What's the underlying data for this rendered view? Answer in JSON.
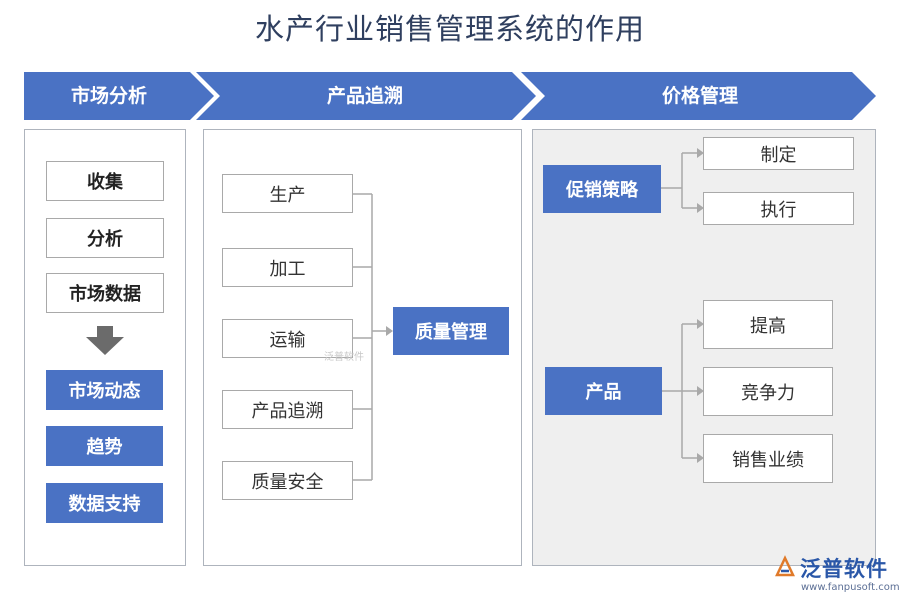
{
  "title": "水产行业销售管理系统的作用",
  "columns": [
    {
      "header": "市场分析",
      "inputs": [
        "收集",
        "分析",
        "市场数据"
      ],
      "outputs": [
        "市场动态",
        "趋势",
        "数据支持"
      ]
    },
    {
      "header": "产品追溯",
      "items": [
        "生产",
        "加工",
        "运输",
        "产品追溯",
        "质量安全"
      ],
      "target": "质量管理"
    },
    {
      "header": "价格管理",
      "groups": [
        {
          "source": "促销策略",
          "targets": [
            "制定",
            "执行"
          ]
        },
        {
          "source": "产品",
          "targets": [
            "提高",
            "竞争力",
            "销售业绩"
          ]
        }
      ]
    }
  ],
  "watermark_center": "泛普软件",
  "logo": {
    "name": "泛普软件",
    "url": "www.fanpusoft.com"
  },
  "colors": {
    "banner": "#4a72c4",
    "filled_box": "#4a72c4",
    "title": "#2f3f5f",
    "connector": "#a9a9a9",
    "arrow_down": "#6b6b6b",
    "panel_grey": "#efefef"
  }
}
